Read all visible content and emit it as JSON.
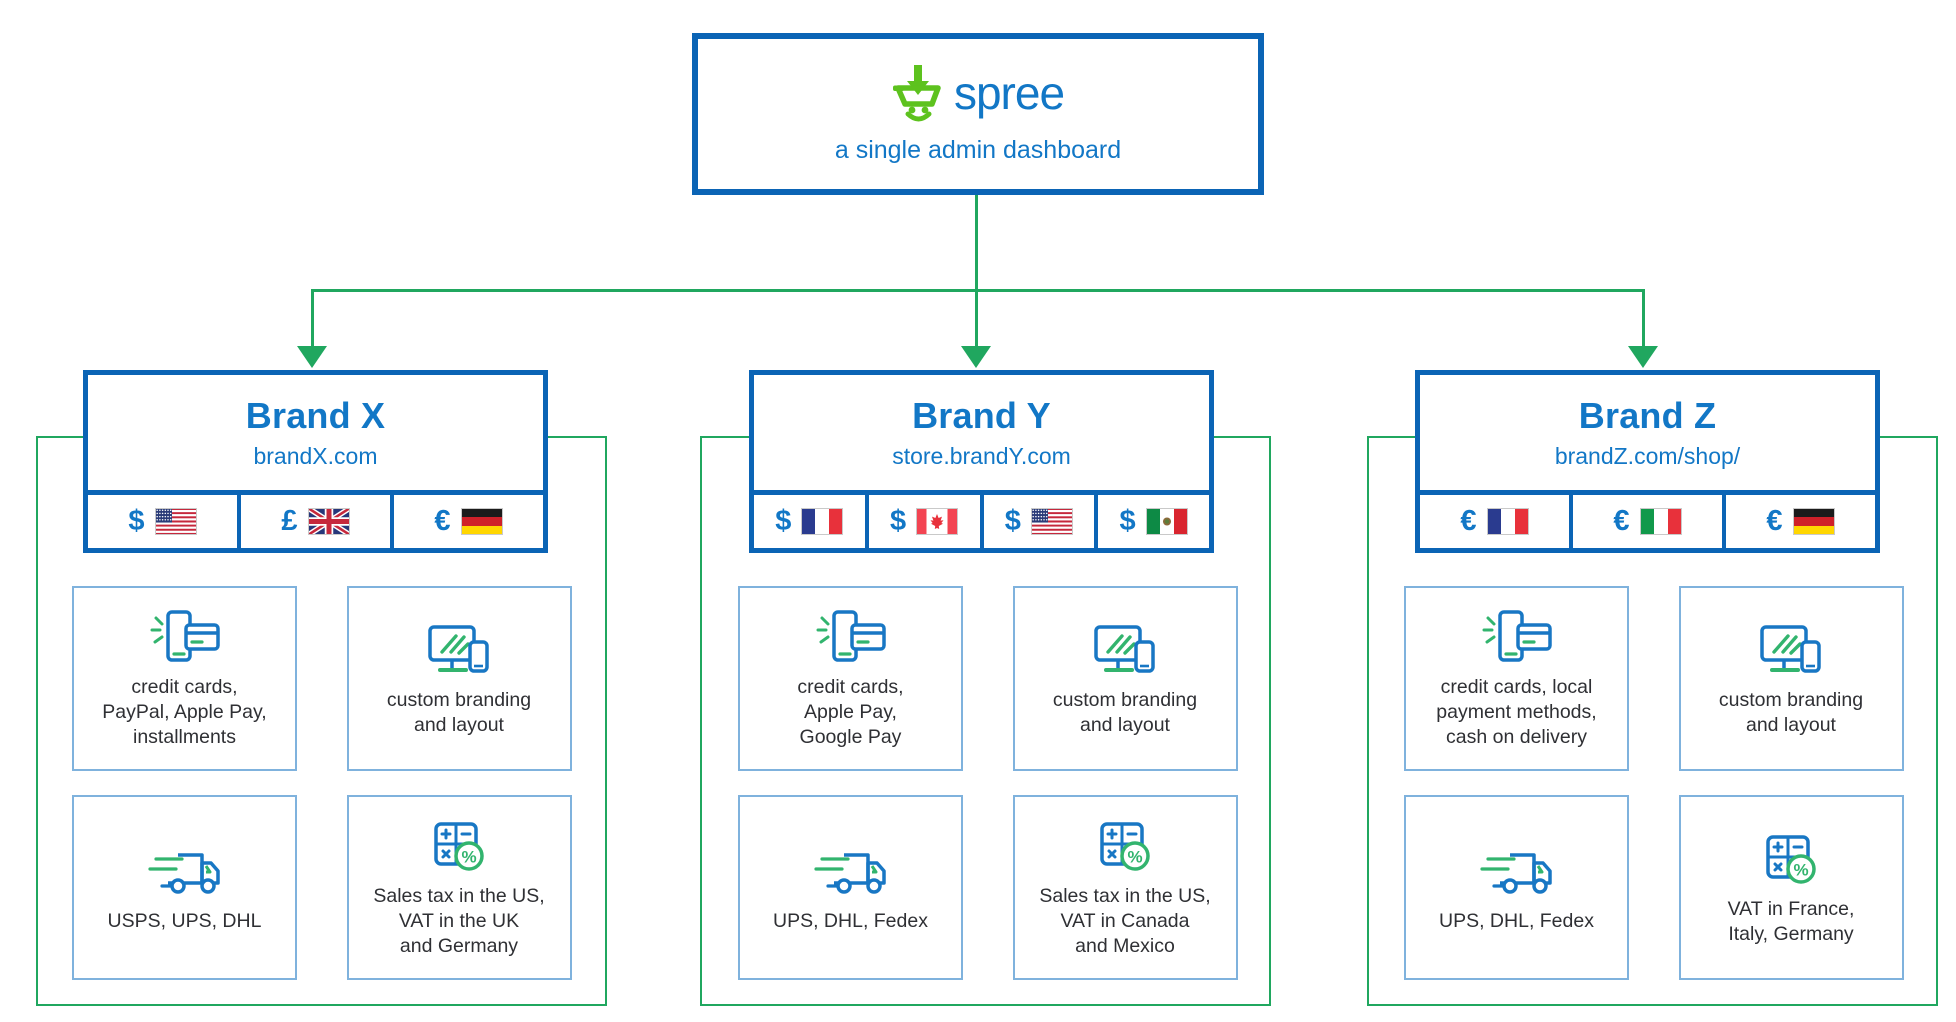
{
  "root": {
    "logo_name": "spree-logo",
    "wordmark": "spree",
    "tagline": "a single admin dashboard",
    "border_color": "#0b64b5",
    "brand_blue": "#1277c6",
    "brand_green": "#20a75f"
  },
  "connector": {
    "color": "#20a75f",
    "type": "tree-with-three-arrows"
  },
  "stores": [
    {
      "id": "brand-x",
      "title": "Brand X",
      "url": "brandX.com",
      "currencies": [
        {
          "symbol": "$",
          "flag": "us-flag",
          "country": "United States"
        },
        {
          "symbol": "£",
          "flag": "gb-flag",
          "country": "United Kingdom"
        },
        {
          "symbol": "€",
          "flag": "de-flag",
          "country": "Germany"
        }
      ],
      "features": [
        {
          "icon": "payments-icon",
          "label": "credit cards,\nPayPal, Apple Pay,\ninstallments"
        },
        {
          "icon": "branding-icon",
          "label": "custom branding\nand layout"
        },
        {
          "icon": "shipping-icon",
          "label": "USPS, UPS, DHL"
        },
        {
          "icon": "tax-icon",
          "label": "Sales tax in the US,\nVAT in the UK\nand Germany"
        }
      ]
    },
    {
      "id": "brand-y",
      "title": "Brand Y",
      "url": "store.brandY.com",
      "currencies": [
        {
          "symbol": "$",
          "flag": "fr-flag",
          "country": "France"
        },
        {
          "symbol": "$",
          "flag": "ca-flag",
          "country": "Canada"
        },
        {
          "symbol": "$",
          "flag": "us-flag",
          "country": "United States"
        },
        {
          "symbol": "$",
          "flag": "mx-flag",
          "country": "Mexico"
        }
      ],
      "features": [
        {
          "icon": "payments-icon",
          "label": "credit cards,\nApple Pay,\nGoogle Pay"
        },
        {
          "icon": "branding-icon",
          "label": "custom branding\nand layout"
        },
        {
          "icon": "shipping-icon",
          "label": "UPS, DHL, Fedex"
        },
        {
          "icon": "tax-icon",
          "label": "Sales tax in the US,\nVAT in Canada\nand Mexico"
        }
      ]
    },
    {
      "id": "brand-z",
      "title": "Brand Z",
      "url": "brandZ.com/shop/",
      "currencies": [
        {
          "symbol": "€",
          "flag": "fr-flag",
          "country": "France"
        },
        {
          "symbol": "€",
          "flag": "it-flag",
          "country": "Italy"
        },
        {
          "symbol": "€",
          "flag": "de-flag",
          "country": "Germany"
        }
      ],
      "features": [
        {
          "icon": "payments-icon",
          "label": "credit cards, local\npayment methods,\ncash on delivery"
        },
        {
          "icon": "branding-icon",
          "label": "custom branding\nand layout"
        },
        {
          "icon": "shipping-icon",
          "label": "UPS, DHL, Fedex"
        },
        {
          "icon": "tax-icon",
          "label": "VAT in France,\nItaly, Germany"
        }
      ]
    }
  ]
}
